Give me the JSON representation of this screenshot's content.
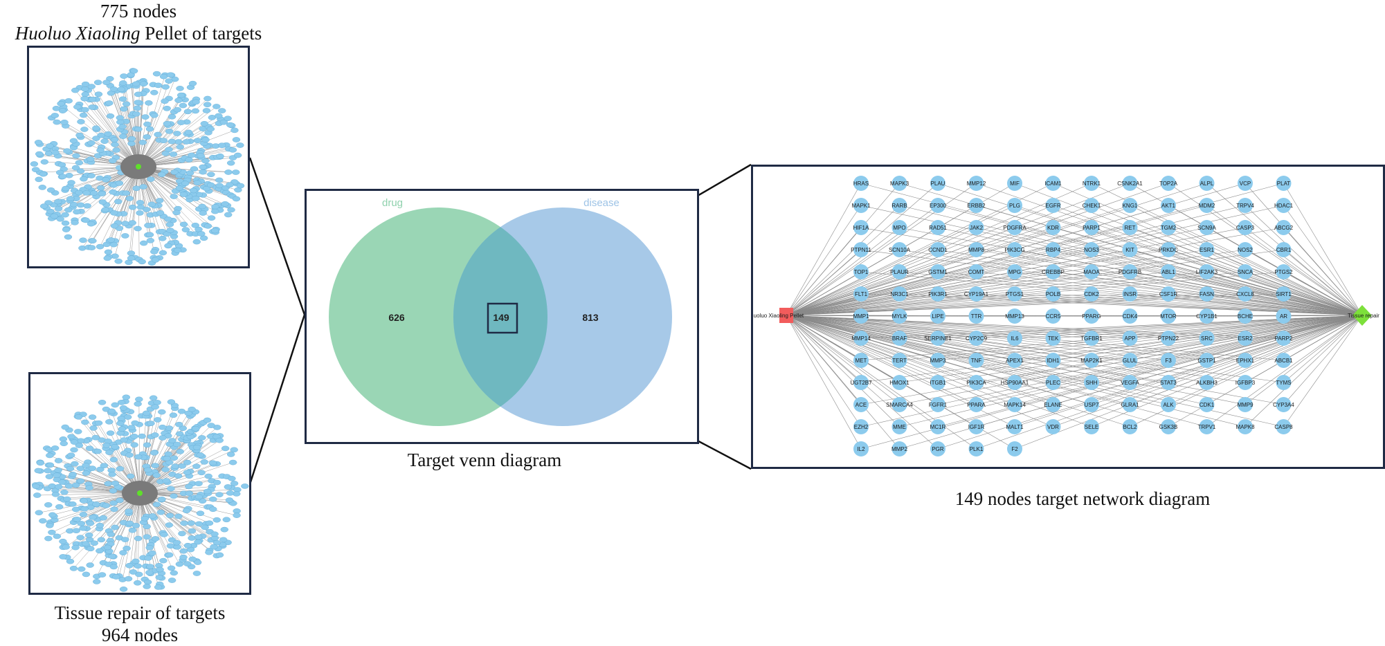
{
  "top_network": {
    "caption_line1": "775 nodes",
    "caption_italic": "Huoluo Xiaoling",
    "caption_rest": " Pellet of targets"
  },
  "bottom_network": {
    "caption_line1": "Tissue repair of targets",
    "caption_line2": "964 nodes"
  },
  "venn": {
    "caption": "Target venn diagram",
    "left_label": "drug",
    "right_label": "disease",
    "left_only": "626",
    "overlap": "149",
    "right_only": "813",
    "colors": {
      "left": "#8fd1ad",
      "right": "#9dc3e6",
      "overlap": "#6fb8c0"
    }
  },
  "network": {
    "caption": "149 nodes target network diagram",
    "left_hub": "Huoluo Xiaoling Pellet",
    "right_hub": "Tissue repair",
    "node_color": "#8ccbed",
    "left_hub_color": "#f25c5c",
    "right_hub_color": "#7de03b",
    "rows": [
      [
        "HRAS",
        "MAPK3",
        "PLAU",
        "MMP12",
        "MIF",
        "ICAM1",
        "NTRK1",
        "CSNK2A1",
        "TOP2A",
        "ALPL",
        "VCP",
        "PLAT"
      ],
      [
        "MAPK1",
        "RARB",
        "EP300",
        "ERBB2",
        "PLG",
        "EGFR",
        "CHEK1",
        "KNG1",
        "AKT1",
        "MDM2",
        "TRPV4",
        "HDAC1"
      ],
      [
        "HIF1A",
        "MPO",
        "RAD51",
        "JAK2",
        "PDGFRA",
        "KDR",
        "PARP1",
        "RET",
        "TGM2",
        "SCN9A",
        "CASP3",
        "ABCG2"
      ],
      [
        "PTPN11",
        "SCN10A",
        "CCND1",
        "MMP8",
        "PIK3CG",
        "RBP4",
        "NOS3",
        "KIT",
        "PRKDC",
        "ESR1",
        "NOS2",
        "CBR1"
      ],
      [
        "TOP1",
        "PLAUR",
        "GSTM1",
        "COMT",
        "MPG",
        "CREBBP",
        "MAOA",
        "PDGFRB",
        "ABL1",
        "LIF2AK3",
        "SNCA",
        "PTGS2"
      ],
      [
        "FLT1",
        "NR3C1",
        "PIK3R1",
        "CYP19A1",
        "PTGS1",
        "POLB",
        "CDK2",
        "INSR",
        "CSF1R",
        "FASN",
        "CXCL8",
        "SIRT1"
      ],
      [
        "MMP1",
        "MYLK",
        "LIPE",
        "TTR",
        "MMP13",
        "CCR5",
        "PPARG",
        "CDK4",
        "MTOR",
        "CYP1B1",
        "BCHE",
        "AR"
      ],
      [
        "MMP14",
        "BRAF",
        "SERPINE1",
        "CYP2C9",
        "IL6",
        "TEK",
        "TGFBR1",
        "APP",
        "PTPN22",
        "SRC",
        "ESR2",
        "PARP2"
      ],
      [
        "MET",
        "TERT",
        "MMP3",
        "TNF",
        "APEX1",
        "IDH1",
        "MAP2K1",
        "GLUL",
        "F3",
        "GSTP1",
        "EPHX1",
        "ABCB1"
      ],
      [
        "UGT2B7",
        "HMOX1",
        "ITGB1",
        "PIK3CA",
        "HSP90AA1",
        "PLEC",
        "SHH",
        "VEGFA",
        "STAT3",
        "ALKBH3",
        "IGFBP3",
        "TYMS"
      ],
      [
        "ACE",
        "SMARCA4",
        "FGFR1",
        "PPARA",
        "MAPK14",
        "ELANE",
        "USP7",
        "GLRA1",
        "ALK",
        "CDK1",
        "MMP9",
        "CYP3A4"
      ],
      [
        "EZH2",
        "MME",
        "MC1R",
        "IGF1R",
        "MALT1",
        "VDR",
        "SELE",
        "BCL2",
        "GSK3B",
        "TRPV1",
        "MAPK8",
        "CASP8"
      ],
      [
        "IL2",
        "MMP2",
        "PGR",
        "PLK1",
        "F2"
      ]
    ]
  }
}
